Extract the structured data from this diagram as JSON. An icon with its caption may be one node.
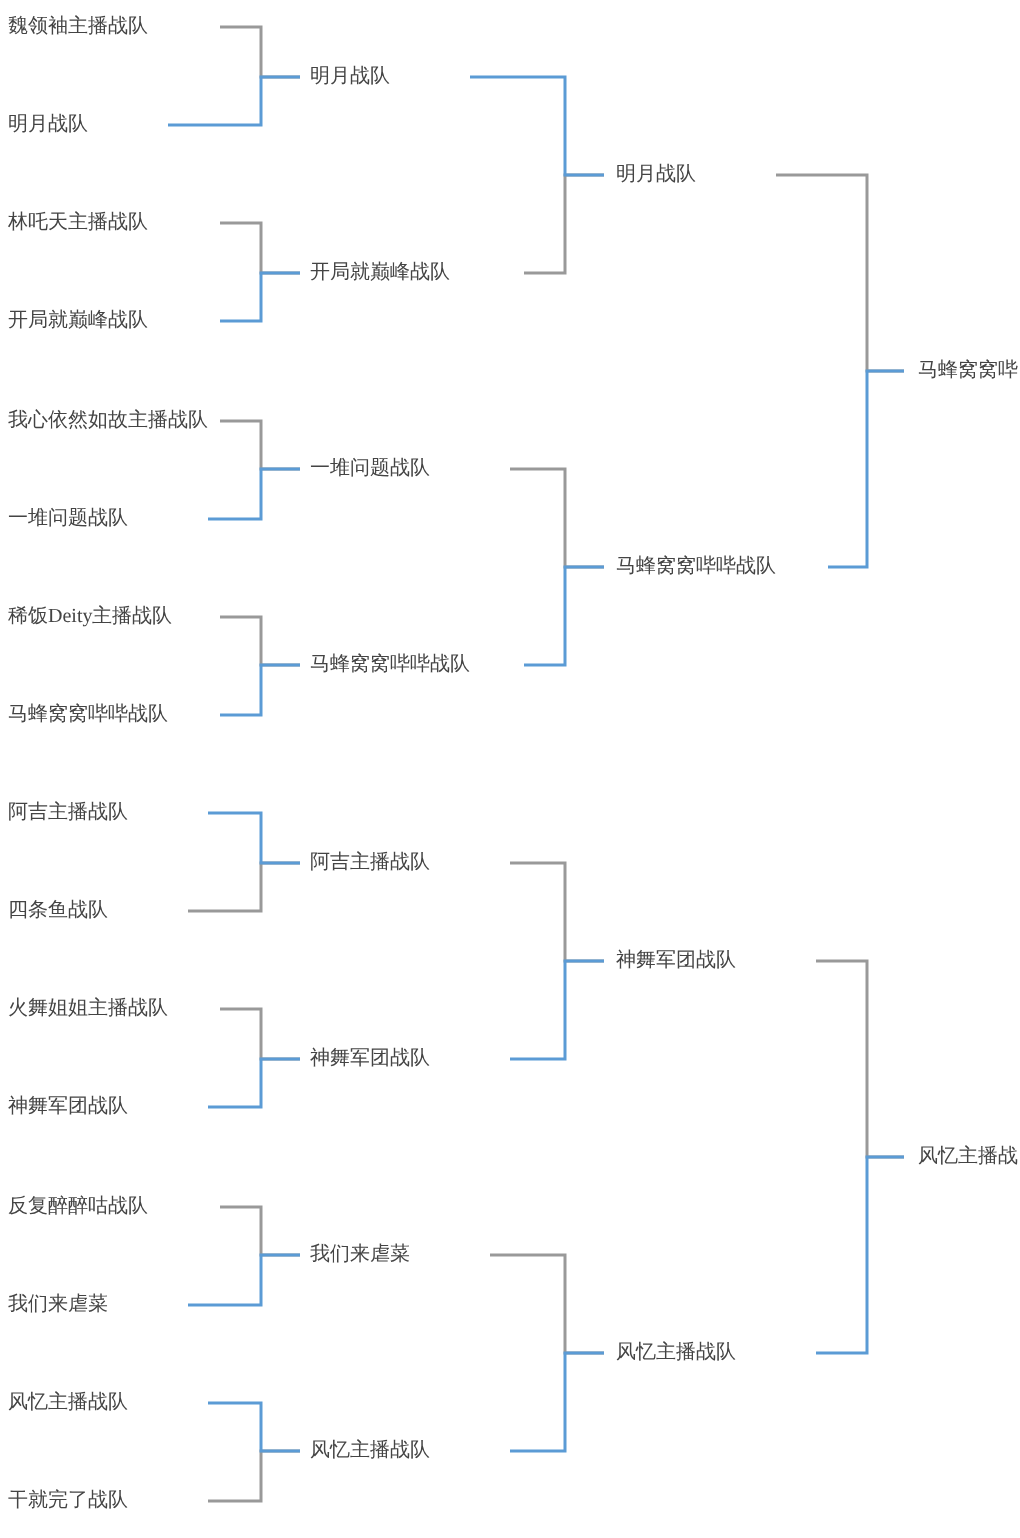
{
  "diagram": {
    "nodes": [
      {
        "text": [
          "魏领袖主播战队"
        ]
      },
      {
        "text": [
          "明月战队"
        ]
      },
      {
        "text": [
          "林吒天主播战队"
        ]
      },
      {
        "text": [
          "开局就巅峰战队"
        ]
      },
      {
        "text": [
          "我心依然如故主播战队"
        ]
      },
      {
        "text": [
          "一堆问题战队"
        ]
      },
      {
        "text": [
          "稀饭Deity主播战队"
        ]
      },
      {
        "text": [
          "马蜂窝窝哔哔战队"
        ]
      },
      {
        "text": [
          "阿吉主播战队"
        ]
      },
      {
        "text": [
          "四条鱼战队"
        ]
      },
      {
        "text": [
          "火舞姐姐主播战队"
        ]
      },
      {
        "text": [
          "神舞军团战队"
        ]
      },
      {
        "text": [
          "反复醉醉咕战队"
        ]
      },
      {
        "text": [
          "我们来虐菜"
        ]
      },
      {
        "text": [
          "风忆主播战队"
        ]
      },
      {
        "text": [
          "干就完了战队"
        ]
      },
      {
        "text": [
          "明月战队"
        ]
      },
      {
        "text": [
          "开局就巅峰战队"
        ]
      },
      {
        "text": [
          "一堆问题战队"
        ]
      },
      {
        "text": [
          "马蜂窝窝哔哔战队"
        ]
      },
      {
        "text": [
          "阿吉主播战队"
        ]
      },
      {
        "text": [
          "神舞军团战队"
        ]
      },
      {
        "text": [
          "我们来虐菜"
        ]
      },
      {
        "text": [
          "风忆主播战队"
        ]
      },
      {
        "text": [
          "明月战队"
        ]
      },
      {
        "text": [
          "马蜂窝窝哔哔战队"
        ]
      },
      {
        "text": [
          "神舞军团战队"
        ]
      },
      {
        "text": [
          "风忆主播战队"
        ]
      },
      {
        "text": [
          "马蜂窝窝哔"
        ]
      },
      {
        "text": [
          "风忆主播战"
        ]
      }
    ],
    "edges": [
      {
        "from": 0,
        "to": 16,
        "arrow": "none"
      },
      {
        "from": 1,
        "to": 16,
        "arrow": "none",
        "color": "#5b9bd5"
      },
      {
        "from": 2,
        "to": 17,
        "arrow": "none"
      },
      {
        "from": 3,
        "to": 17,
        "arrow": "none",
        "color": "#5b9bd5"
      },
      {
        "from": 4,
        "to": 18,
        "arrow": "none"
      },
      {
        "from": 5,
        "to": 18,
        "arrow": "none",
        "color": "#5b9bd5"
      },
      {
        "from": 6,
        "to": 19,
        "arrow": "none"
      },
      {
        "from": 7,
        "to": 19,
        "arrow": "none",
        "color": "#5b9bd5"
      },
      {
        "from": 8,
        "to": 20,
        "arrow": "none",
        "color": "#5b9bd5"
      },
      {
        "from": 9,
        "to": 20,
        "arrow": "none"
      },
      {
        "from": 10,
        "to": 21,
        "arrow": "none"
      },
      {
        "from": 11,
        "to": 21,
        "arrow": "none",
        "color": "#5b9bd5"
      },
      {
        "from": 12,
        "to": 22,
        "arrow": "none"
      },
      {
        "from": 13,
        "to": 22,
        "arrow": "none",
        "color": "#5b9bd5"
      },
      {
        "from": 14,
        "to": 23,
        "arrow": "none",
        "color": "#5b9bd5"
      },
      {
        "from": 15,
        "to": 23,
        "arrow": "none"
      },
      {
        "from": 16,
        "to": 24,
        "arrow": "none",
        "color": "#5b9bd5"
      },
      {
        "from": 17,
        "to": 24,
        "arrow": "none"
      },
      {
        "from": 18,
        "to": 25,
        "arrow": "none"
      },
      {
        "from": 19,
        "to": 25,
        "arrow": "none",
        "color": "#5b9bd5"
      },
      {
        "from": 20,
        "to": 26,
        "arrow": "none"
      },
      {
        "from": 21,
        "to": 26,
        "arrow": "none",
        "color": "#5b9bd5"
      },
      {
        "from": 22,
        "to": 27,
        "arrow": "none"
      },
      {
        "from": 23,
        "to": 27,
        "arrow": "none",
        "color": "#5b9bd5"
      },
      {
        "from": 24,
        "to": 28,
        "arrow": "none"
      },
      {
        "from": 25,
        "to": 28,
        "arrow": "none",
        "color": "#5b9bd5"
      },
      {
        "from": 26,
        "to": 29,
        "arrow": "none"
      },
      {
        "from": 27,
        "to": 29,
        "arrow": "none",
        "color": "#5b9bd5"
      }
    ]
  }
}
